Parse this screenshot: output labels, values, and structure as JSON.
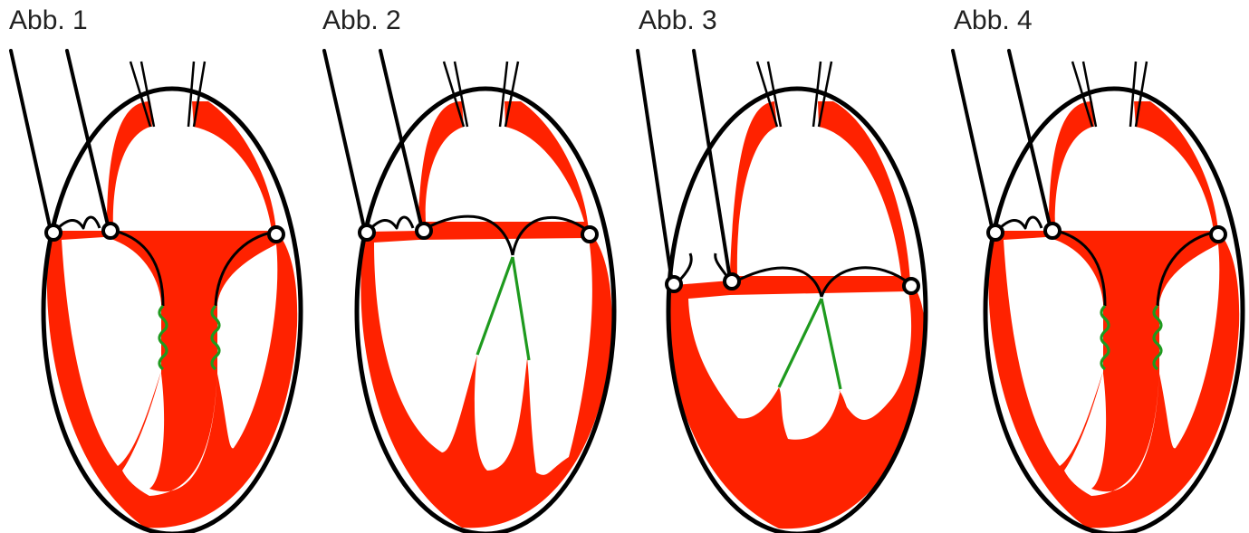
{
  "figures": [
    {
      "label": "Abb. 1"
    },
    {
      "label": "Abb. 2"
    },
    {
      "label": "Abb. 3"
    },
    {
      "label": "Abb. 4"
    }
  ],
  "colors": {
    "myocardium": "#ff2200",
    "chordae": "#1e9a1e",
    "outline": "#000000",
    "background": "#ffffff"
  }
}
